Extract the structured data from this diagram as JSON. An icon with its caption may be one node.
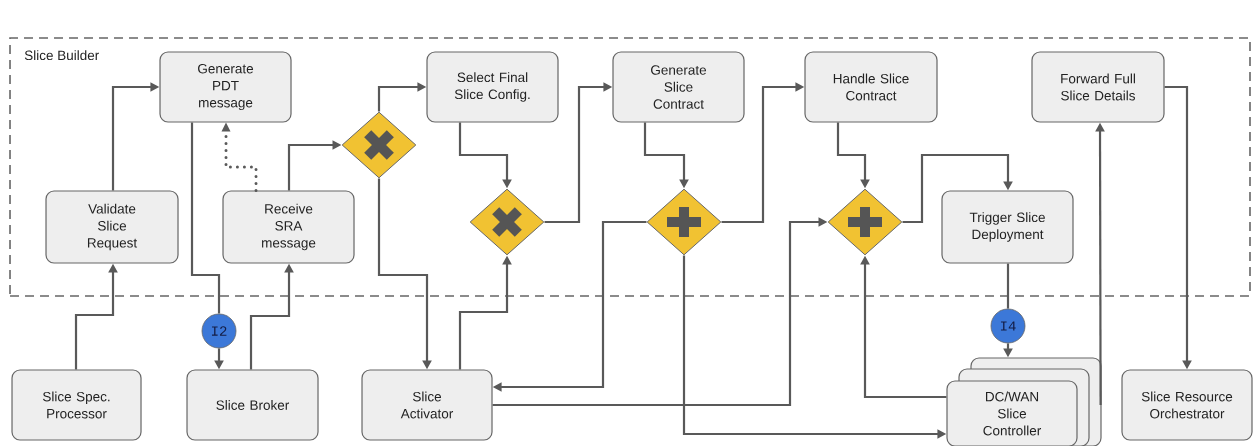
{
  "diagram": {
    "nodes": [
      {
        "text": [
          "Slice Builder"
        ]
      },
      {
        "text": [
          "Generate PDT message"
        ],
        "in": 0
      },
      {
        "text": [
          "Select Final Slice Config."
        ],
        "in": 0
      },
      {
        "text": [
          "Generate Slice Contract"
        ],
        "in": 0
      },
      {
        "text": [
          "Handle Slice Contract"
        ],
        "in": 0
      },
      {
        "text": [
          "Forward Full Slice Details"
        ],
        "in": 0
      },
      {
        "text": [],
        "shape": "diamond",
        "in": 0
      },
      {
        "text": [
          "Validate Slice Request"
        ],
        "in": 0
      },
      {
        "text": [
          "Receive SRA message"
        ],
        "in": 0
      },
      {
        "text": [],
        "shape": "diamond",
        "in": 0
      },
      {
        "text": [],
        "shape": "diamond",
        "in": 0
      },
      {
        "text": [],
        "shape": "diamond",
        "in": 0
      },
      {
        "text": [
          "Trigger Slice Deployment"
        ],
        "in": 0
      },
      {
        "text": [
          "I2"
        ]
      },
      {
        "text": [
          "I4"
        ]
      },
      {
        "text": [
          "Slice Spec. Processor"
        ]
      },
      {
        "text": [
          "Slice Broker"
        ]
      },
      {
        "text": [
          "Slice Activator"
        ]
      },
      {
        "text": [
          "DC/WAN Slice Controller"
        ]
      },
      {
        "text": [
          "Slice Resource Orchestrator"
        ]
      }
    ],
    "edges": [
      {
        "from": 15,
        "to": 7,
        "arrow": "to"
      },
      {
        "from": 7,
        "to": 1,
        "arrow": "to"
      },
      {
        "from": 1,
        "to": 13,
        "arrow": "none"
      },
      {
        "from": 13,
        "to": 16,
        "arrow": "to"
      },
      {
        "from": 16,
        "to": 8,
        "arrow": "to"
      },
      {
        "from": 8,
        "to": 1,
        "arrow": "to",
        "style": "dashed"
      },
      {
        "from": 8,
        "to": 6,
        "arrow": "to"
      },
      {
        "from": 6,
        "to": 2,
        "arrow": "to"
      },
      {
        "from": 6,
        "to": 17,
        "arrow": "to"
      },
      {
        "from": 2,
        "to": 9,
        "arrow": "to"
      },
      {
        "from": 17,
        "to": 9,
        "arrow": "to"
      },
      {
        "from": 9,
        "to": 3,
        "arrow": "to"
      },
      {
        "from": 3,
        "to": 10,
        "arrow": "to"
      },
      {
        "from": 10,
        "to": 4,
        "arrow": "to"
      },
      {
        "from": 10,
        "to": 17,
        "arrow": "to"
      },
      {
        "from": 10,
        "to": 18,
        "arrow": "to"
      },
      {
        "from": 4,
        "to": 11,
        "arrow": "to"
      },
      {
        "from": 17,
        "to": 11,
        "arrow": "to"
      },
      {
        "from": 18,
        "to": 11,
        "arrow": "to"
      },
      {
        "from": 11,
        "to": 12,
        "arrow": "to"
      },
      {
        "from": 12,
        "to": 14,
        "arrow": "none"
      },
      {
        "from": 14,
        "to": 18,
        "arrow": "to"
      },
      {
        "from": 18,
        "to": 5,
        "arrow": "to"
      },
      {
        "from": 5,
        "to": 19,
        "arrow": "to"
      }
    ]
  }
}
